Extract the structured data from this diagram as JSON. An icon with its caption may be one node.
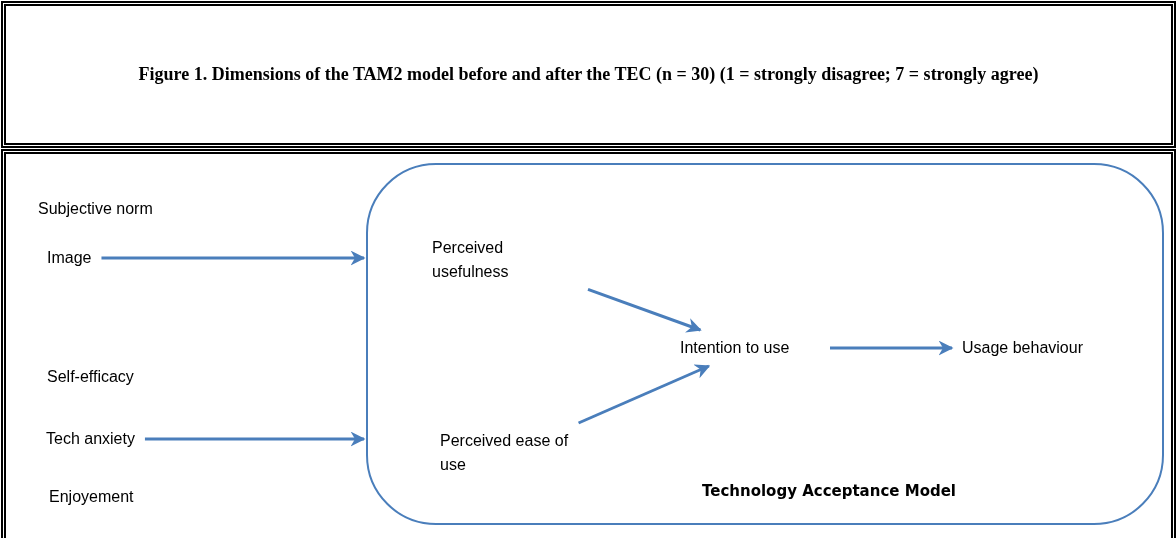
{
  "diagram": {
    "title": "Figure 1. Dimensions of the TAM2 model before and after the TEC (n = 30) (1 = strongly disagree; 7 = strongly agree)",
    "nodes": [
      {
        "text": [
          "Technology Acceptance Model"
        ]
      },
      {
        "text": [
          "Subjective norm"
        ]
      },
      {
        "text": [
          "Image"
        ]
      },
      {
        "text": [
          "Self-efficacy"
        ]
      },
      {
        "text": [
          "Tech anxiety"
        ]
      },
      {
        "text": [
          "Enjoyement"
        ]
      },
      {
        "text": [
          "Perceived usefulness"
        ],
        "in": 0
      },
      {
        "text": [
          "Perceived ease of use"
        ],
        "in": 0
      },
      {
        "text": [
          "Intention to use"
        ],
        "in": 0
      },
      {
        "text": [
          "Usage behaviour"
        ],
        "in": 0
      }
    ],
    "edges": [
      {
        "from": 2,
        "to": 0,
        "arrow": "to"
      },
      {
        "from": 4,
        "to": 0,
        "arrow": "to"
      },
      {
        "from": 6,
        "to": 8,
        "arrow": "to"
      },
      {
        "from": 7,
        "to": 8,
        "arrow": "to"
      },
      {
        "from": 8,
        "to": 9,
        "arrow": "to"
      }
    ]
  }
}
